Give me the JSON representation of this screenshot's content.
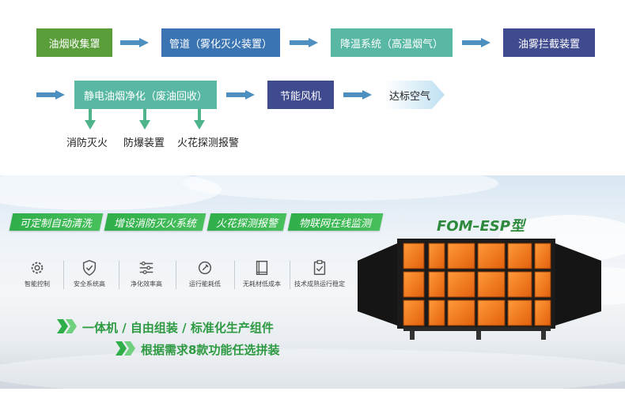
{
  "flow": {
    "row1": [
      {
        "label": "油烟收集罩",
        "color": "#5a9e3a"
      },
      {
        "label": "管道（雾化灭火装置）",
        "color": "#3a74b3"
      },
      {
        "label": "降温系统（高温烟气）",
        "color": "#58b8a4"
      },
      {
        "label": "油雾拦截装置",
        "color": "#3f4a8f"
      }
    ],
    "row2": [
      {
        "label": "静电油烟净化（废油回收）",
        "color": "#58b8a4"
      },
      {
        "label": "节能风机",
        "color": "#3f4a8f"
      },
      {
        "label": "达标空气",
        "color": "#d8ecf7"
      }
    ],
    "sub_labels": [
      "消防灭火",
      "防爆装置",
      "火花探测报警"
    ],
    "arrow_color": "#4d8fbf",
    "down_arrow_color": "#4fb38b"
  },
  "hero": {
    "tags": [
      "可定制自动清洗",
      "增设消防灭火系统",
      "火花探测报警",
      "物联网在线监测"
    ],
    "model": "FOM–ESP型",
    "features": [
      {
        "label": "智能控制",
        "icon": "gear-icon"
      },
      {
        "label": "安全系统高",
        "icon": "shield-check-icon"
      },
      {
        "label": "净化效率高",
        "icon": "sliders-icon"
      },
      {
        "label": "运行能耗低",
        "icon": "wrench-icon"
      },
      {
        "label": "无耗材低成本",
        "icon": "book-icon"
      },
      {
        "label": "技术成熟运行稳定",
        "icon": "clipboard-check-icon"
      }
    ],
    "taglines": [
      "一体机 / 自由组装 / 标准化生产组件",
      "根据需求8款功能任选拼装"
    ],
    "accent_green": "#2fae4a",
    "unit_orange": "#f07a1a"
  }
}
